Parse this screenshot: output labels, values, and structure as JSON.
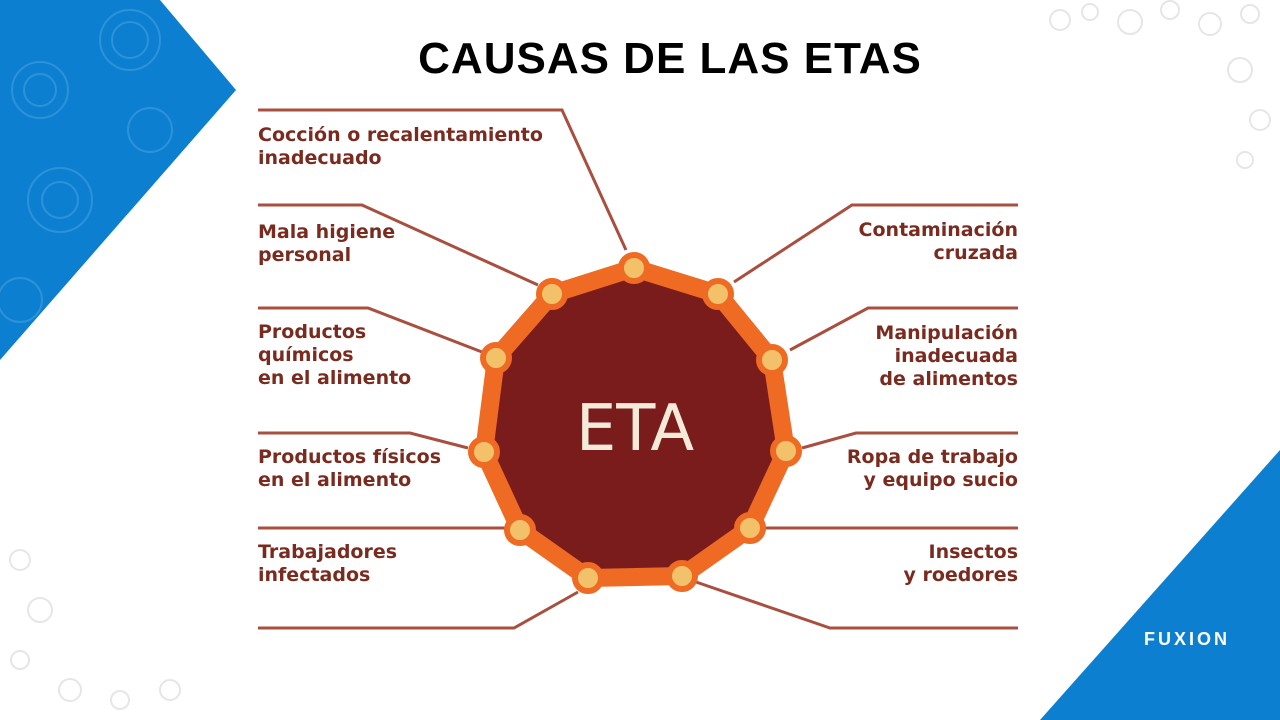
{
  "title": "CAUSAS DE LAS ETAS",
  "center": "ETA",
  "causes_left": [
    {
      "lines": [
        "Cocción o recalentamiento",
        "inadecuado"
      ]
    },
    {
      "lines": [
        "Mala higiene",
        "personal"
      ]
    },
    {
      "lines": [
        "Productos",
        "químicos",
        "en el alimento"
      ]
    },
    {
      "lines": [
        "Productos físicos",
        "en el alimento"
      ]
    },
    {
      "lines": [
        "Trabajadores",
        "infectados"
      ]
    }
  ],
  "causes_right": [
    {
      "lines": [
        "Contaminación",
        "cruzada"
      ]
    },
    {
      "lines": [
        "Manipulación",
        "inadecuada",
        "de alimentos"
      ]
    },
    {
      "lines": [
        "Ropa de trabajo",
        "y equipo sucio"
      ]
    },
    {
      "lines": [
        "Insectos",
        "y roedores"
      ]
    }
  ],
  "logo": "FUXION",
  "colors": {
    "brand_blue": "#0d7fd0",
    "line": "#a94f3f",
    "ring": "#ef6a22",
    "node": "#f2c16a",
    "center": "#7b1c1c",
    "text": "#7a2b1f"
  }
}
